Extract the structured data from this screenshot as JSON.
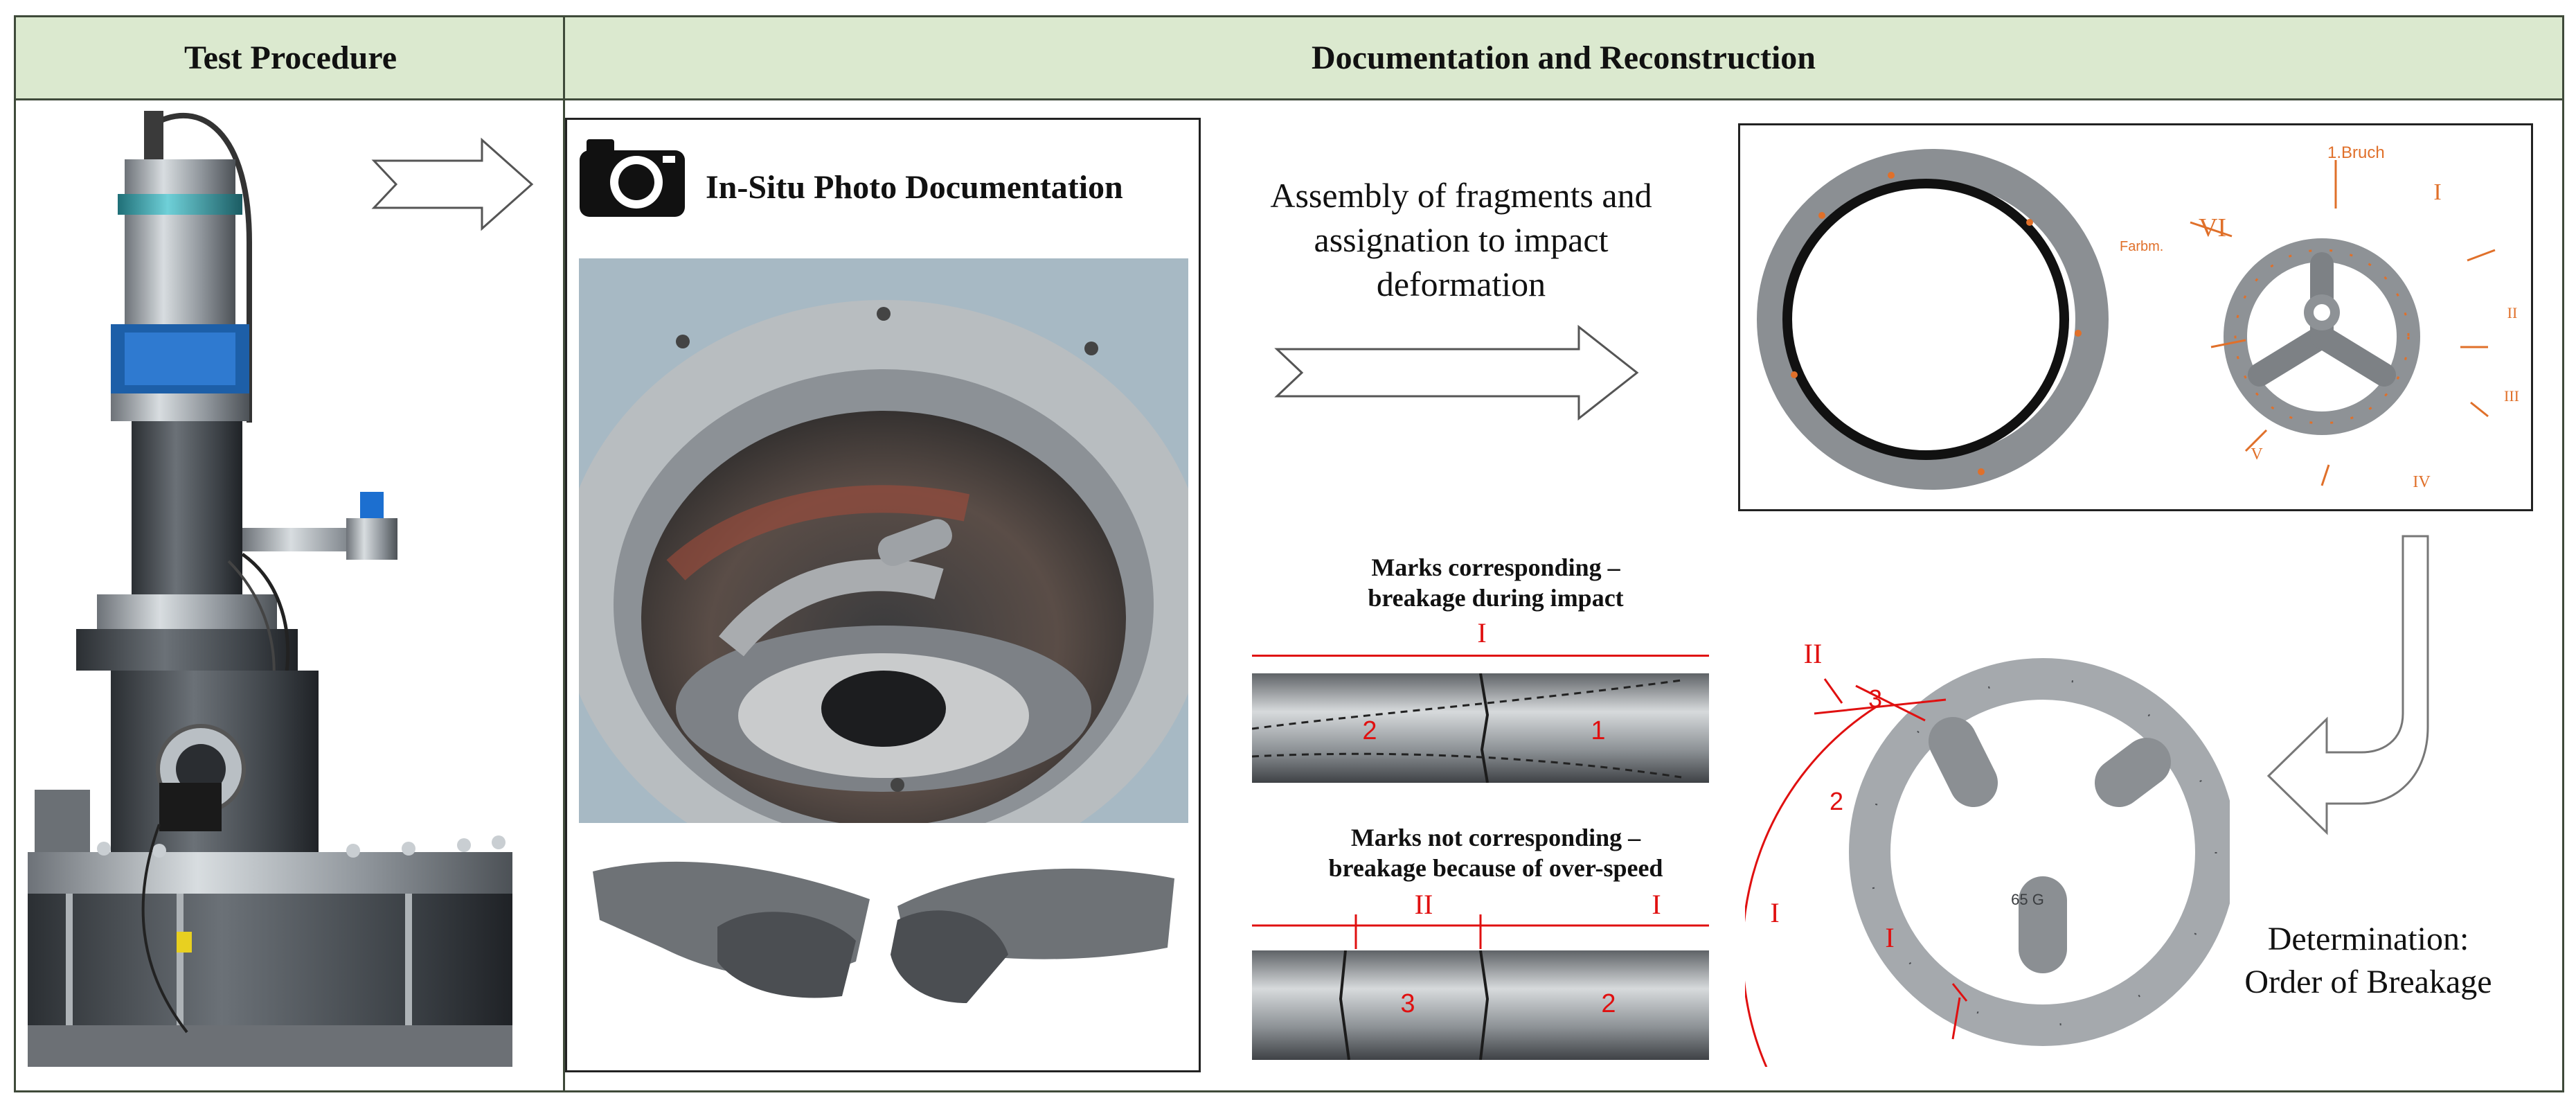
{
  "header": {
    "left_title": "Test Procedure",
    "right_title": "Documentation and Reconstruction"
  },
  "photo_doc": {
    "title": "In-Situ Photo Documentation",
    "icon": "camera-icon"
  },
  "assembly_text": "Assembly of fragments and assignation to impact deformation",
  "marks_corresponding": {
    "heading_line1": "Marks corresponding  –",
    "heading_line2": "breakage during impact",
    "numeral": "I",
    "frag_left": "2",
    "frag_right": "1"
  },
  "marks_not_corresponding": {
    "heading_line1": "Marks not corresponding  –",
    "heading_line2": "breakage because of over-speed",
    "numeral_left": "II",
    "numeral_right": "I",
    "frag_left": "3",
    "frag_right": "2"
  },
  "ring_annotations": {
    "bruch": "1.Bruch",
    "farbm": "Farbm.",
    "n1": "I",
    "n2": "II",
    "n3": "III",
    "n4": "IV",
    "n5": "V",
    "n6": "VI"
  },
  "wheel_labels": {
    "roman_top": "II",
    "roman_left": "I",
    "roman_bottom": "I",
    "num3": "3",
    "num2": "2",
    "stamp": "65 G"
  },
  "determination": {
    "line1": "Determination:",
    "line2": "Order of Breakage"
  },
  "colors": {
    "header_bg": "#dbe9cf",
    "annotation_red": "#e01010",
    "orange_marks": "#e0702a",
    "frame": "#3f4a3a"
  }
}
